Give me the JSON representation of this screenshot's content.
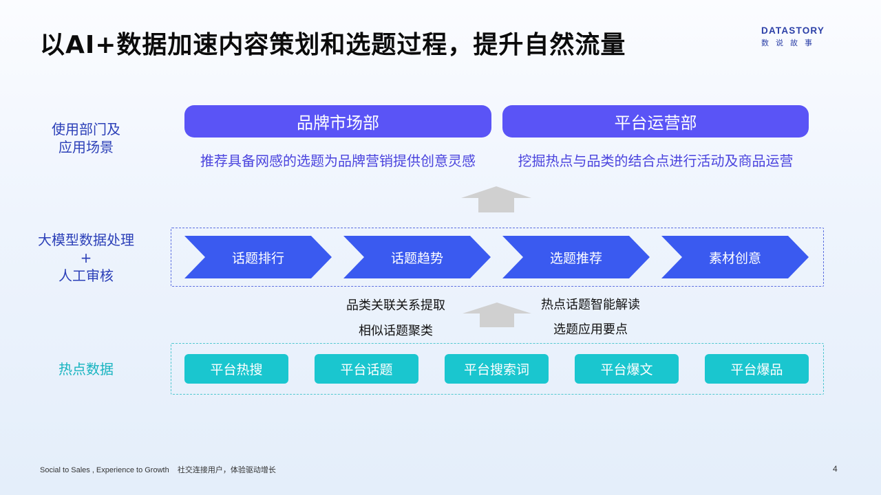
{
  "slide": {
    "title": "以AI+数据加速内容策划和选题过程，提升自然流量",
    "page_number": "4"
  },
  "logo": {
    "main": "DATASTORY",
    "sub": "数说故事"
  },
  "rows": {
    "usage_label": "使用部门及\n应用场景",
    "llm_label": "大模型数据处理\n+\n人工审核",
    "hot_label": "热点数据"
  },
  "departments": [
    {
      "name": "品牌市场部",
      "desc": "推荐具备网感的选题为品牌营销提供创意灵感"
    },
    {
      "name": "平台运营部",
      "desc": "挖掘热点与品类的结合点进行活动及商品运营"
    }
  ],
  "process_steps": [
    "话题排行",
    "话题趋势",
    "选题推荐",
    "素材创意"
  ],
  "mid_notes": {
    "left_1": "品类关联关系提取",
    "left_2": "相似话题聚类",
    "right_1": "热点话题智能解读",
    "right_2": "选题应用要点"
  },
  "hot_sources": [
    "平台热搜",
    "平台话题",
    "平台搜索词",
    "平台爆文",
    "平台爆品"
  ],
  "footer": {
    "text": "Social to Sales , Experience to Growth    社交连接用户，体验驱动增长"
  },
  "colors": {
    "primary_purple": "#5a54f6",
    "chevron_blue": "#3a5af0",
    "teal": "#1ac6cf",
    "label_blue": "#2c40b8",
    "arrow_gray": "#d0d0d0"
  },
  "icons": {
    "up_arrow": "up-arrow-icon"
  }
}
